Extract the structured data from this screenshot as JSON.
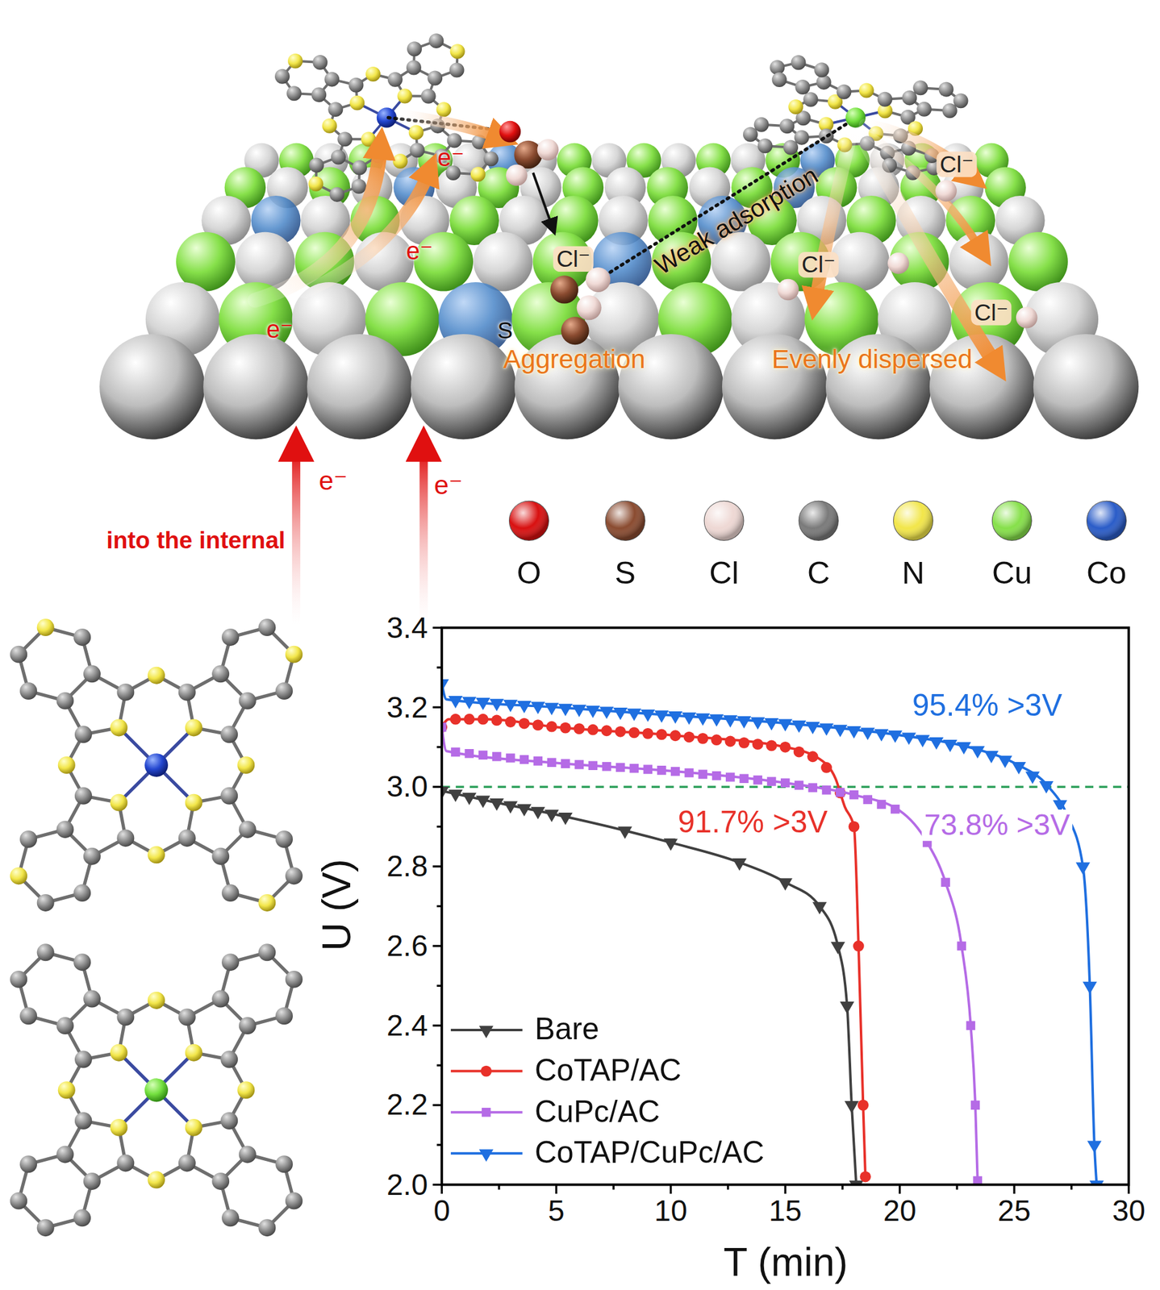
{
  "diagram": {
    "labels": [
      "e⁻",
      "e⁻",
      "e⁻",
      "Cl⁻",
      "Cl⁻",
      "Weak adsorption",
      "Cl⁻",
      "Cl⁻",
      "S",
      "Aggregation",
      "Evenly dispersed",
      "e⁻",
      "e⁻",
      "into the internal",
      "3.4",
      "3.2",
      "3.0",
      "2.8",
      "2.6",
      "2.4",
      "2.2",
      "2.0",
      "0",
      "5",
      "10",
      "15",
      "20",
      "25",
      "30",
      "U (V)",
      "T (min)",
      "95.4% >3V",
      "91.7% >3V",
      "73.8% >3V"
    ],
    "legend": [
      {
        "text": "O",
        "color": "#d81010"
      },
      {
        "text": "S",
        "color": "#8a4b30"
      },
      {
        "text": "Cl",
        "color": "#eed8d4"
      },
      {
        "text": "C",
        "color": "#7a7a7a"
      },
      {
        "text": "N",
        "color": "#f2e64a"
      },
      {
        "text": "Cu",
        "color": "#86e04a"
      },
      {
        "text": "Co",
        "color": "#2a5cc8"
      },
      {
        "text": "Bare"
      },
      {
        "text": "CoTAP/AC"
      },
      {
        "text": "CuPc/AC"
      },
      {
        "text": "CoTAP/CuPc/AC"
      }
    ]
  }
}
